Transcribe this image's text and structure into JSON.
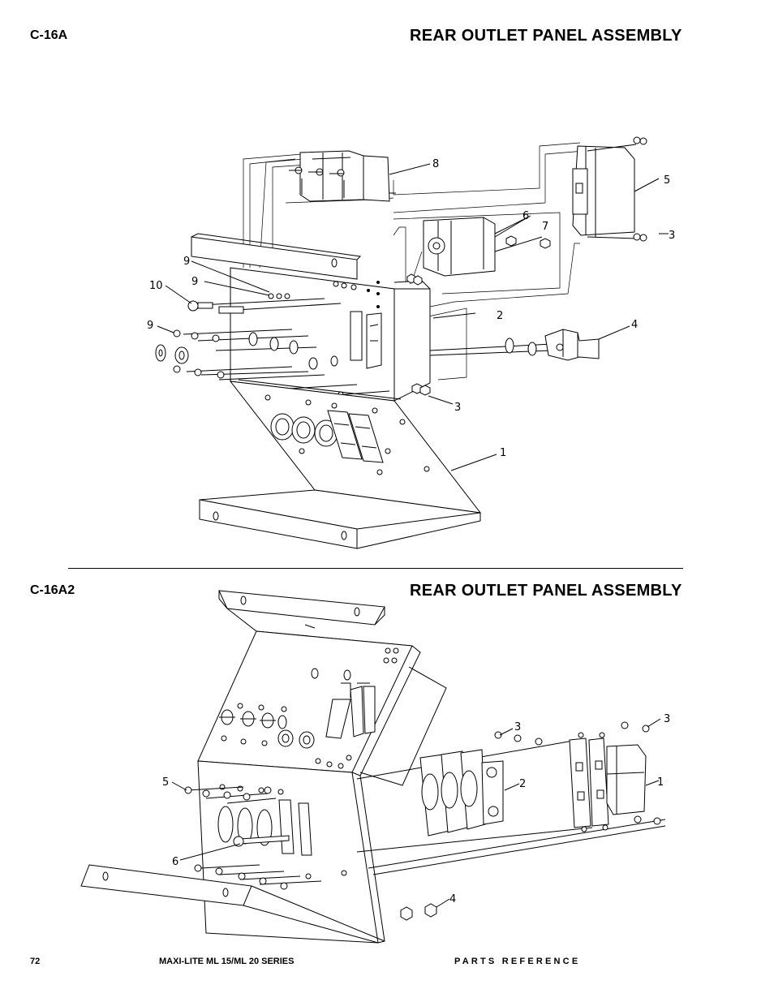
{
  "sections": [
    {
      "code": "C-16A",
      "title": "REAR OUTLET PANEL ASSEMBLY",
      "callouts": [
        "8",
        "5",
        "6",
        "7",
        "3",
        "9",
        "10",
        "9",
        "9",
        "2",
        "4",
        "3",
        "1"
      ]
    },
    {
      "code": "C-16A2",
      "title": "REAR OUTLET PANEL ASSEMBLY",
      "callouts": [
        "3",
        "3",
        "5",
        "2",
        "1",
        "6",
        "4"
      ]
    }
  ],
  "footer": {
    "page_number": "72",
    "series": "MAXI-LITE ML 15/ML 20 SERIES",
    "reference": "PARTS REFERENCE"
  }
}
